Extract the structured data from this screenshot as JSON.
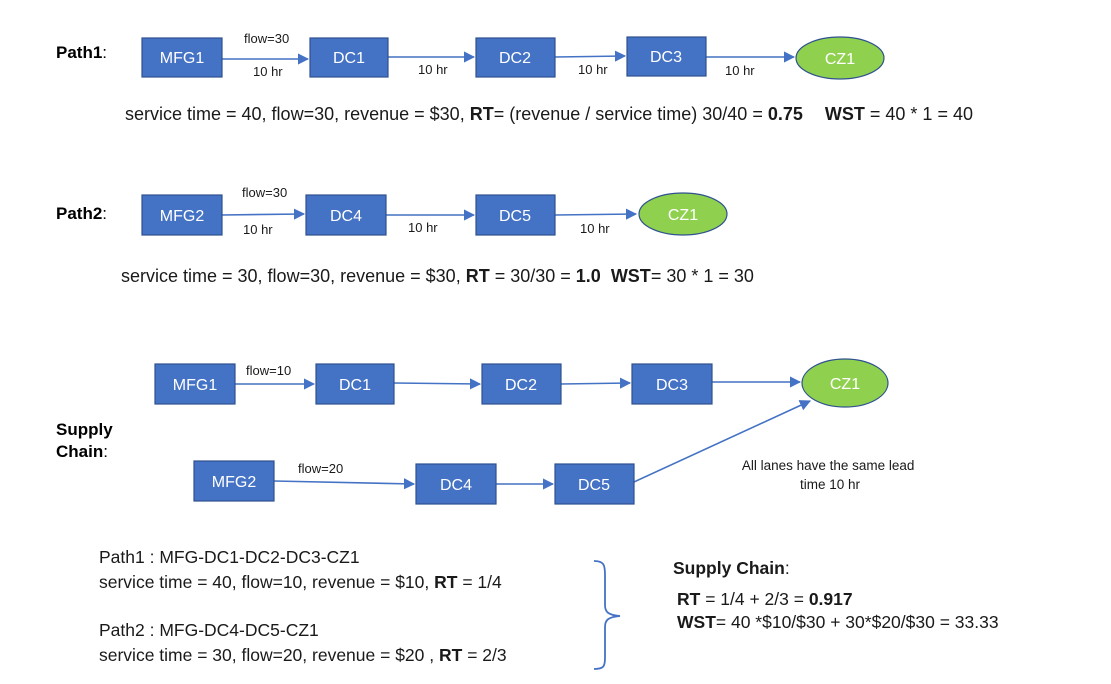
{
  "path1": {
    "label": "Path1",
    "label_suffix": ":",
    "nodes": [
      "MFG1",
      "DC1",
      "DC2",
      "DC3",
      "CZ1"
    ],
    "flow_label": "flow=30",
    "lead_times": [
      "10 hr",
      "10 hr",
      "10 hr",
      "10 hr"
    ],
    "formula": {
      "t1": "service time = 40,  flow=30, revenue = $30, ",
      "rt": "RT",
      "t2": "= (revenue / service time) 30/40 = ",
      "rt_val": "0.75",
      "wst": "WST",
      "t3": " = 40 * 1 = 40"
    }
  },
  "path2": {
    "label": "Path2",
    "label_suffix": ":",
    "nodes": [
      "MFG2",
      "DC4",
      "DC5",
      "CZ1"
    ],
    "flow_label": "flow=30",
    "lead_times": [
      "10 hr",
      "10 hr",
      "10 hr"
    ],
    "formula": {
      "t1": "service time = 30,  flow=30, revenue = $30, ",
      "rt": "RT",
      "t2": " = 30/30 = ",
      "rt_val": "1.0",
      "wst": "WST",
      "t3": "= 30 * 1 = 30"
    }
  },
  "supply_chain": {
    "label_line1": "Supply",
    "label_line2": "Chain",
    "label_suffix": ":",
    "nodes": [
      "MFG1",
      "DC1",
      "DC2",
      "DC3",
      "CZ1",
      "MFG2",
      "DC4",
      "DC5"
    ],
    "flow_top": "flow=10",
    "flow_bottom": "flow=20",
    "note_line1": "All lanes have the same lead",
    "note_line2": "time 10 hr"
  },
  "summary": {
    "path1_title": "Path1 :  MFG-DC1-DC2-DC3-CZ1",
    "path1_details": "service time = 40,  flow=10, revenue = $10, ",
    "path1_rt_label": "RT",
    "path1_rt_value": " = 1/4",
    "path2_title": "Path2 :  MFG-DC4-DC5-CZ1",
    "path2_details": "service time = 30,  flow=20, revenue = $20 , ",
    "path2_rt_label": "RT",
    "path2_rt_value": " = 2/3",
    "sc_title": "Supply Chain",
    "sc_title_suffix": ":",
    "sc_rt_label": "RT",
    "sc_rt_expr": " = 1/4 + 2/3 = ",
    "sc_rt_value": "0.917",
    "sc_wst_label": "WST",
    "sc_wst_expr": "= 40 *$10/$30 + 30*$20/$30 = 33.33"
  },
  "colors": {
    "node_fill": "#4472c4",
    "zone_fill": "#8fd14f",
    "edge": "#4472c4"
  }
}
